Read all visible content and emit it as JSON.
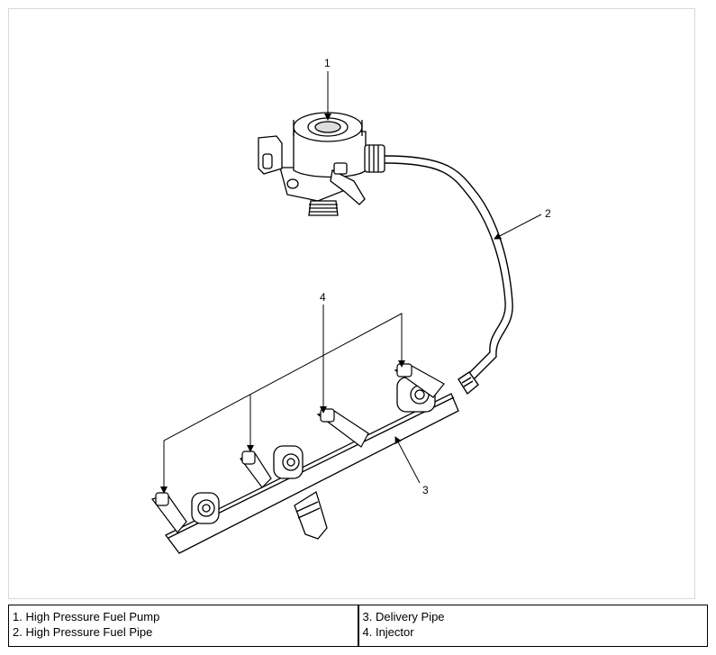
{
  "callouts": {
    "c1": "1",
    "c2": "2",
    "c3": "3",
    "c4": "4"
  },
  "legend": {
    "left": [
      "1. High Pressure Fuel Pump",
      "2. High Pressure Fuel Pipe"
    ],
    "right": [
      "3. Delivery Pipe",
      "4. Injector"
    ]
  }
}
